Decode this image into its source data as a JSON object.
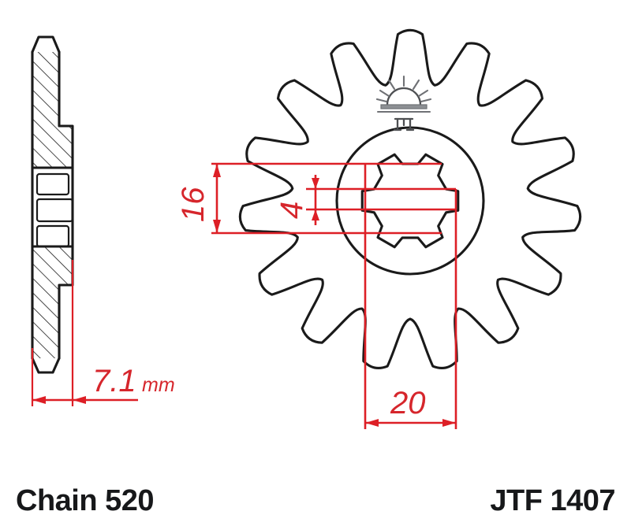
{
  "document": {
    "type": "technical-drawing",
    "subject": "motorcycle front sprocket",
    "view_left": "cross-section side view",
    "view_right": "front face view"
  },
  "captions": {
    "chain_label": "Chain 520",
    "part_number": "JTF 1407"
  },
  "dimensions": {
    "thickness": {
      "value": "7.1",
      "unit": "mm",
      "label": "7.1 mm",
      "orientation": "horizontal"
    },
    "outer_spline": {
      "value": "16",
      "label": "16",
      "orientation": "vertical-rotated"
    },
    "spline_depth": {
      "value": "4",
      "label": "4",
      "orientation": "vertical-rotated"
    },
    "bore": {
      "value": "20",
      "label": "20",
      "orientation": "horizontal"
    }
  },
  "geometry": {
    "tooth_count": 15,
    "spline_count": 6
  },
  "logo": {
    "name": "jt-sunrise-logo",
    "description": "sun with rays over horizon above JT monogram"
  },
  "colors": {
    "dimension_red": "#dd1f26",
    "outline_black": "#1a1a1a",
    "caption_black": "#17181a",
    "logo_grey": "#6f7175",
    "background": "#ffffff"
  }
}
